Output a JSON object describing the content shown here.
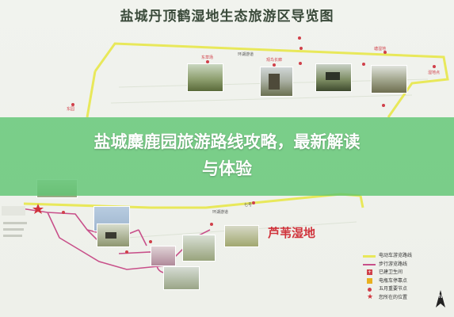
{
  "map": {
    "title": "盐城丹顶鹤湿地生态旅游区导览图",
    "marsh_label": "芦苇湿地",
    "route_color": "#e8e85a",
    "walk_color": "#c8508a",
    "place_color": "#d0404a"
  },
  "banner": {
    "line1": "盐城麋鹿园旅游路线攻略，最新解读",
    "line2": "与体验",
    "bg_color": "#5cc470"
  },
  "legend": {
    "items": [
      {
        "icon": "vehicle-route-line",
        "label": "电动车游览路线"
      },
      {
        "icon": "walking-route-line",
        "label": "步行游览路线"
      },
      {
        "icon": "clinic-icon",
        "label": "已建卫生间"
      },
      {
        "icon": "bus-stop-icon",
        "label": "电瓶车停靠点"
      },
      {
        "icon": "scenic-spot-icon",
        "label": "五月重要节点"
      },
      {
        "icon": "you-are-here-icon",
        "label": "您所在的位置"
      }
    ]
  }
}
